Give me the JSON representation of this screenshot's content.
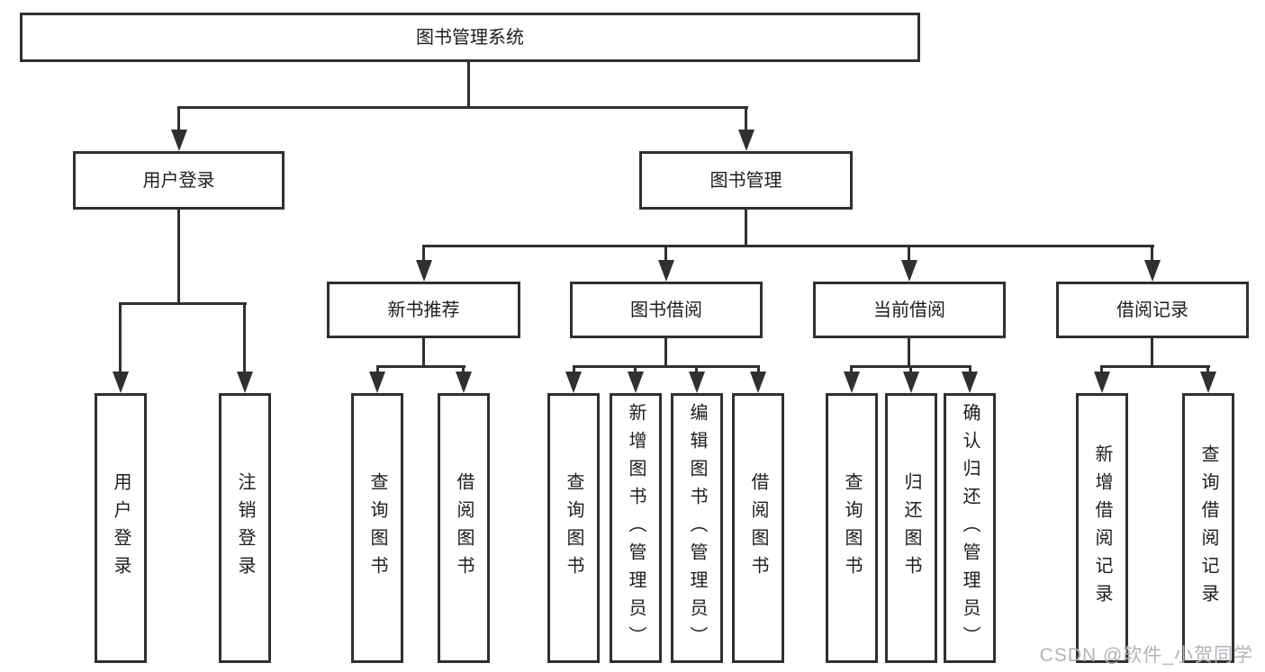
{
  "diagram": {
    "colors": {
      "line": "#303030",
      "text": "#1d1d1d",
      "background": "#ffffff",
      "watermark": "#afb4b9"
    },
    "tree": {
      "label": "图书管理系统",
      "children": [
        {
          "label": "用户登录",
          "children": [
            {
              "label": "用户登录"
            },
            {
              "label": "注销登录"
            }
          ]
        },
        {
          "label": "图书管理",
          "children": [
            {
              "label": "新书推荐",
              "children": [
                {
                  "label": "查询图书"
                },
                {
                  "label": "借阅图书"
                }
              ]
            },
            {
              "label": "图书借阅",
              "children": [
                {
                  "label": "查询图书"
                },
                {
                  "label": "新增图书（管理员）"
                },
                {
                  "label": "编辑图书（管理员）"
                },
                {
                  "label": "借阅图书"
                }
              ]
            },
            {
              "label": "当前借阅",
              "children": [
                {
                  "label": "查询图书"
                },
                {
                  "label": "归还图书"
                },
                {
                  "label": "确认归还（管理员）"
                }
              ]
            },
            {
              "label": "借阅记录",
              "children": [
                {
                  "label": "新增借阅记录"
                },
                {
                  "label": "查询借阅记录"
                }
              ]
            }
          ]
        }
      ]
    }
  },
  "watermark": {
    "text": "CSDN @软件_小贺同学"
  }
}
